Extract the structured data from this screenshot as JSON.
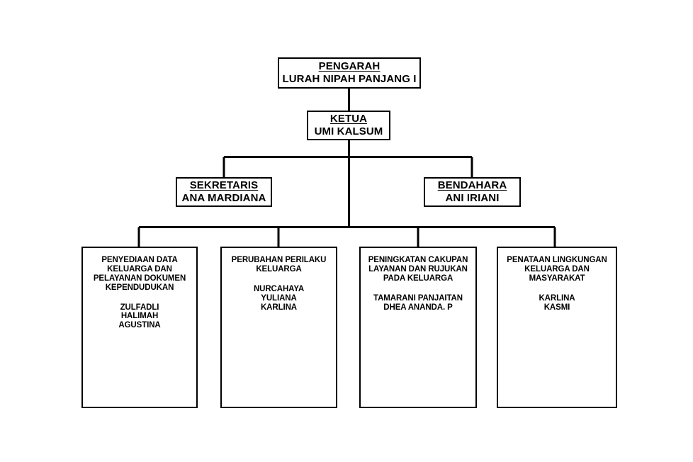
{
  "diagram": {
    "type": "organizational-chart",
    "ink_color": "#000000",
    "background_color": "#ffffff"
  },
  "director": {
    "title": "PENGARAH",
    "name": "LURAH NIPAH PANJANG I"
  },
  "chairperson": {
    "title": "KETUA",
    "name": "UMI KALSUM"
  },
  "officers": [
    {
      "title": "SEKRETARIS",
      "name": "ANA MARDIANA"
    },
    {
      "title": "BENDAHARA",
      "name": "ANI IRIANI"
    }
  ],
  "programs": [
    {
      "heading": [
        "PENYEDIAAN DATA",
        "KELUARGA DAN",
        "PELAYANAN DOKUMEN",
        "KEPENDUDUKAN"
      ],
      "staff": [
        "ZULFADLI",
        "HALIMAH",
        "AGUSTINA"
      ]
    },
    {
      "heading": [
        "PERUBAHAN PERILAKU",
        "KELUARGA"
      ],
      "staff": [
        "NURCAHAYA",
        "YULIANA",
        "KARLINA"
      ]
    },
    {
      "heading": [
        "PENINGKATAN CAKUPAN",
        "LAYANAN DAN RUJUKAN",
        "PADA KELUARGA"
      ],
      "staff": [
        "TAMARANI PANJAITAN",
        "DHEA ANANDA. P"
      ]
    },
    {
      "heading": [
        "PENATAAN LINGKUNGAN",
        "KELUARGA DAN",
        "MASYARAKAT"
      ],
      "staff": [
        "KARLINA",
        "KASMI"
      ]
    }
  ]
}
